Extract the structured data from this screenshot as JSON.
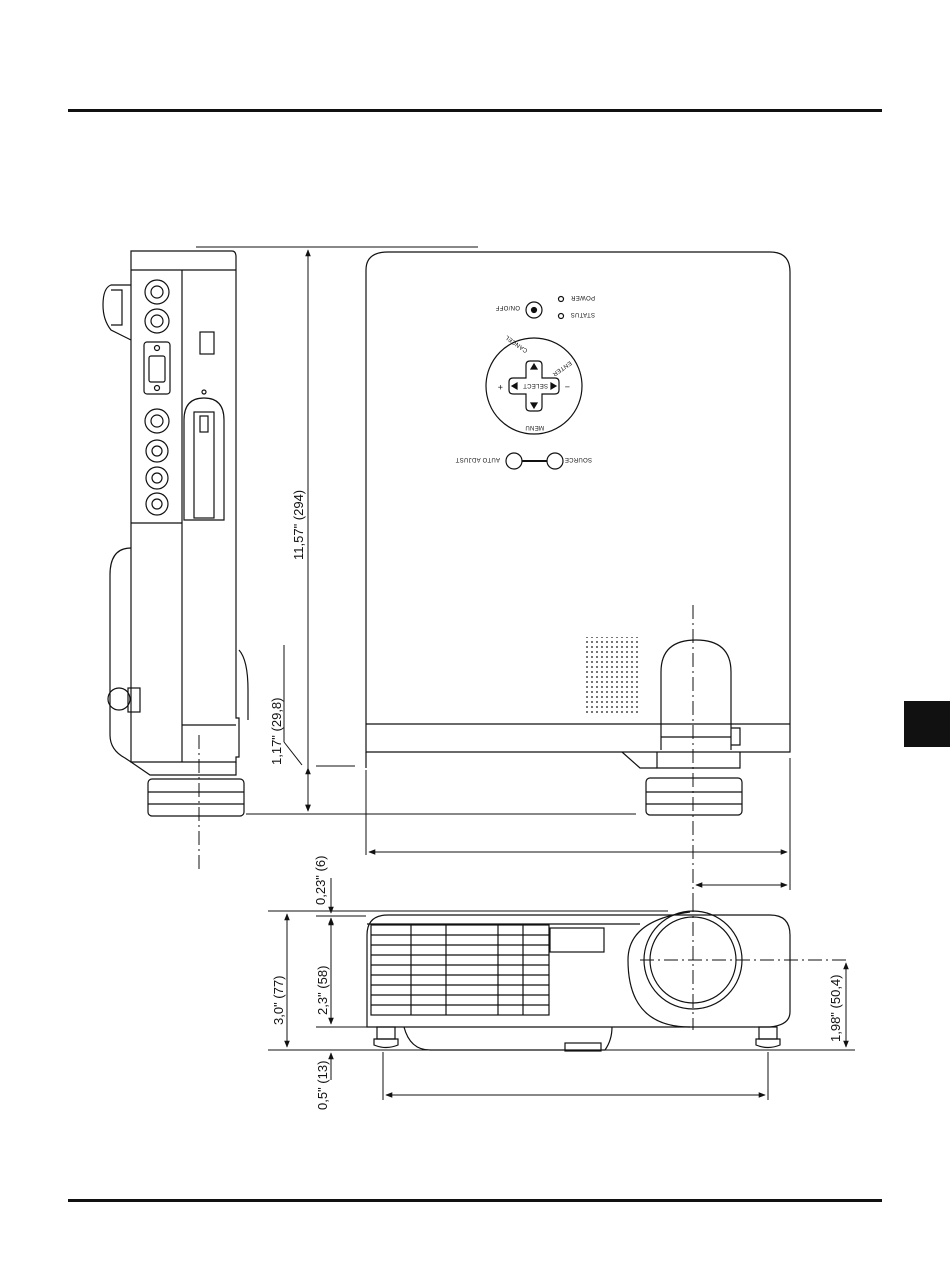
{
  "page": {
    "top_rule": "",
    "bottom_rule": ""
  },
  "dimensions": {
    "height_total": "11,57\" (294)",
    "foot_offset": "1,17\" (29,8)",
    "top_gap": "0,23\" (6)",
    "overall_height": "3,0\" (77)",
    "body_height": "2,3\" (58)",
    "foot_height": "0,5\" (13)",
    "lens_height": "1,98\" (50,4)"
  },
  "panel_labels": {
    "on_off": "ON/OFF",
    "power": "POWER",
    "status": "STATUS",
    "cancel": "CANCEL",
    "enter": "ENTER",
    "select": "SELECT",
    "menu": "MENU",
    "plus": "+",
    "minus": "−",
    "auto_adjust": "AUTO ADJUST",
    "source": "SOURCE"
  },
  "colors": {
    "ink": "#111111",
    "section_tab": "#111111"
  }
}
